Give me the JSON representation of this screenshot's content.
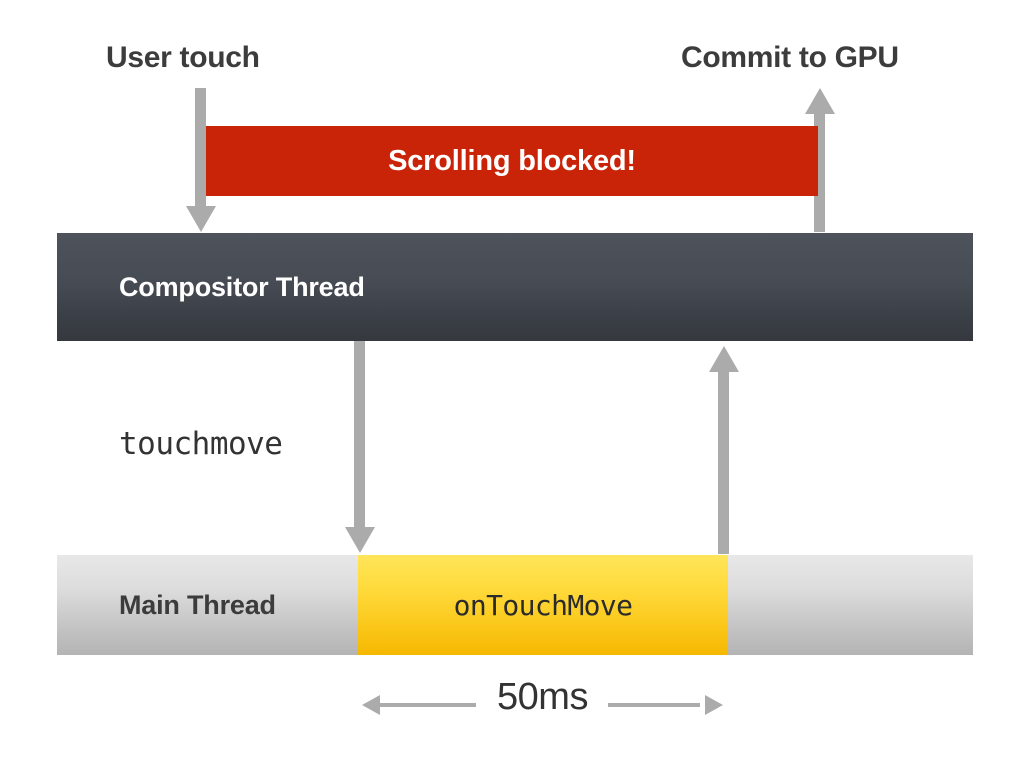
{
  "diagram": {
    "title_labels": {
      "user_touch": "User touch",
      "commit_to_gpu": "Commit to GPU"
    },
    "blocked_bar": {
      "label": "Scrolling blocked!",
      "color": "#c92408",
      "text_color": "#ffffff"
    },
    "threads": [
      {
        "name": "Compositor Thread",
        "label": "Compositor Thread",
        "color": "#474c54",
        "text_color": "#ffffff"
      },
      {
        "name": "Main Thread",
        "label": "Main Thread",
        "color": "#d2d2d2",
        "text_color": "#3c3c3c"
      }
    ],
    "task_block": {
      "label": "onTouchMove",
      "color": "#fbc81b",
      "text_color": "#2b2b2b"
    },
    "event_label": "touchmove",
    "measurement": {
      "label": "50ms",
      "value": 50,
      "unit": "ms",
      "arrow_color": "#ababab"
    },
    "arrows": {
      "user_touch_down": "arrow-down",
      "commit_to_gpu_up": "arrow-up",
      "touchmove_down": "arrow-down",
      "return_up": "arrow-up"
    }
  }
}
